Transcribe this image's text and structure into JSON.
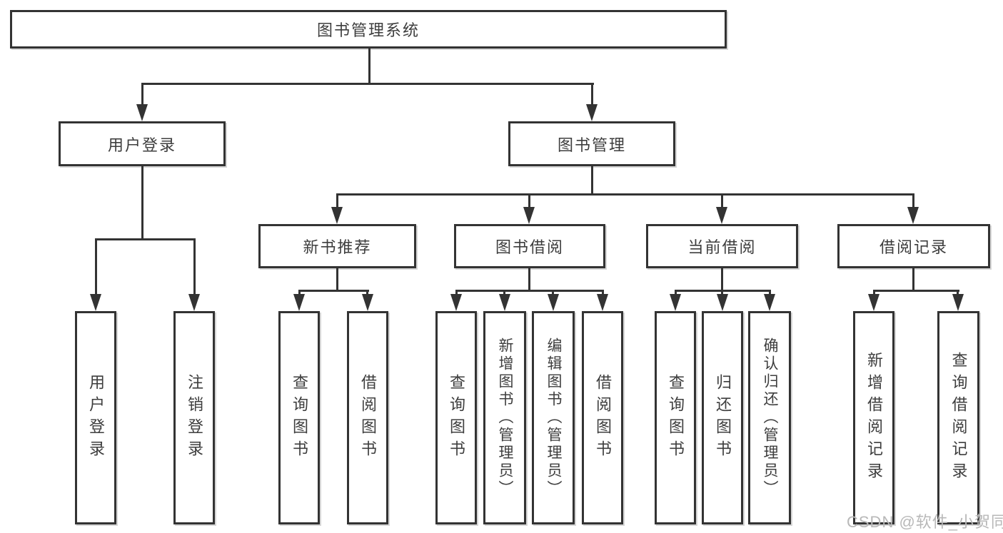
{
  "diagram": {
    "root": {
      "label": "图书管理系统"
    },
    "level2": [
      {
        "label": "用户登录",
        "parent": "图书管理系统"
      },
      {
        "label": "图书管理",
        "parent": "图书管理系统"
      }
    ],
    "level3": [
      {
        "label": "新书推荐",
        "parent": "图书管理"
      },
      {
        "label": "图书借阅",
        "parent": "图书管理"
      },
      {
        "label": "当前借阅",
        "parent": "图书管理"
      },
      {
        "label": "借阅记录",
        "parent": "图书管理"
      }
    ],
    "leaves": [
      {
        "label": "用户登录",
        "parent": "用户登录"
      },
      {
        "label": "注销登录",
        "parent": "用户登录"
      },
      {
        "label": "查询图书",
        "parent": "新书推荐"
      },
      {
        "label": "借阅图书",
        "parent": "新书推荐"
      },
      {
        "label": "查询图书",
        "parent": "图书借阅"
      },
      {
        "label": "新增图书（管理员）",
        "parent": "图书借阅"
      },
      {
        "label": "编辑图书（管理员）",
        "parent": "图书借阅"
      },
      {
        "label": "借阅图书",
        "parent": "图书借阅"
      },
      {
        "label": "查询图书",
        "parent": "当前借阅"
      },
      {
        "label": "归还图书",
        "parent": "当前借阅"
      },
      {
        "label": "确认归还（管理员）",
        "parent": "当前借阅"
      },
      {
        "label": "新增借阅记录",
        "parent": "借阅记录"
      },
      {
        "label": "查询借阅记录",
        "parent": "借阅记录"
      }
    ]
  },
  "watermark": {
    "text": "CSDN @软件_小贺同学"
  },
  "colors": {
    "line": "#333333",
    "text": "#3d3d3d",
    "background": "#ffffff",
    "watermark": "#b8b8b8"
  }
}
